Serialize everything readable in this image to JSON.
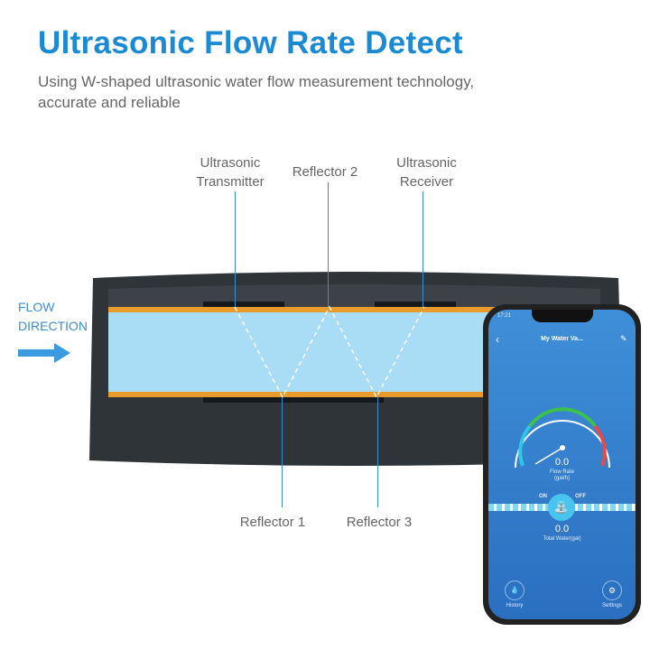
{
  "title": "Ultrasonic Flow Rate Detect",
  "subtitle_lines": [
    "Using W-shaped ultrasonic water flow measurement technology,",
    "accurate and reliable"
  ],
  "labels": {
    "transmitter": [
      "Ultrasonic",
      "Transmitter"
    ],
    "reflector2": "Reflector 2",
    "receiver": [
      "Ultrasonic",
      "Receiver"
    ],
    "reflector1": "Reflector 1",
    "reflector3": "Reflector 3",
    "flow": [
      "FLOW",
      "DIRECTION"
    ]
  },
  "phone": {
    "time": "17:21",
    "title": "My Water Va...",
    "flow_value": "0.0",
    "flow_label": "Flow Rate",
    "flow_unit": "(gal/h)",
    "on": "ON",
    "off": "OFF",
    "total_value": "0.0",
    "total_label": "Total Water(gal)",
    "history": "History",
    "settings": "Settings"
  },
  "colors": {
    "title": "#1a8ad4",
    "pipe_border": "#e89a2a",
    "water": "#a9dcf5",
    "body": "#2f3438"
  }
}
